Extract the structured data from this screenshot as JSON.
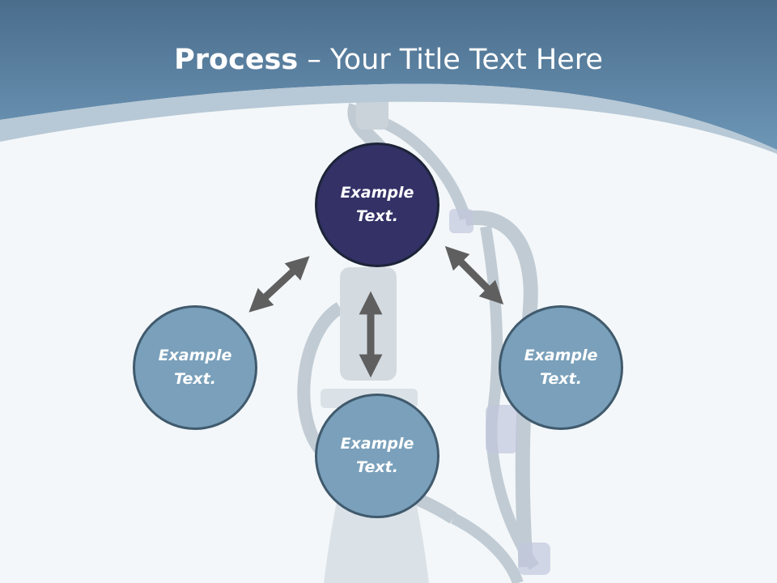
{
  "slide": {
    "title_bold": "Process",
    "title_rest": " – Your Title Text Here"
  },
  "nodes": [
    {
      "id": "top",
      "line1": "Example",
      "line2": "Text.",
      "style": "dark"
    },
    {
      "id": "left",
      "line1": "Example",
      "line2": "Text.",
      "style": "light"
    },
    {
      "id": "right",
      "line1": "Example",
      "line2": "Text.",
      "style": "light"
    },
    {
      "id": "bottom",
      "line1": "Example",
      "line2": "Text.",
      "style": "light"
    }
  ],
  "colors": {
    "header_dark": "#4a6f8e",
    "header_light": "#6b94b5",
    "node_dark": "#333166",
    "node_light": "#7aa0bb",
    "arrow": "#5f5f5f"
  },
  "background_image": "hookah-illustration"
}
